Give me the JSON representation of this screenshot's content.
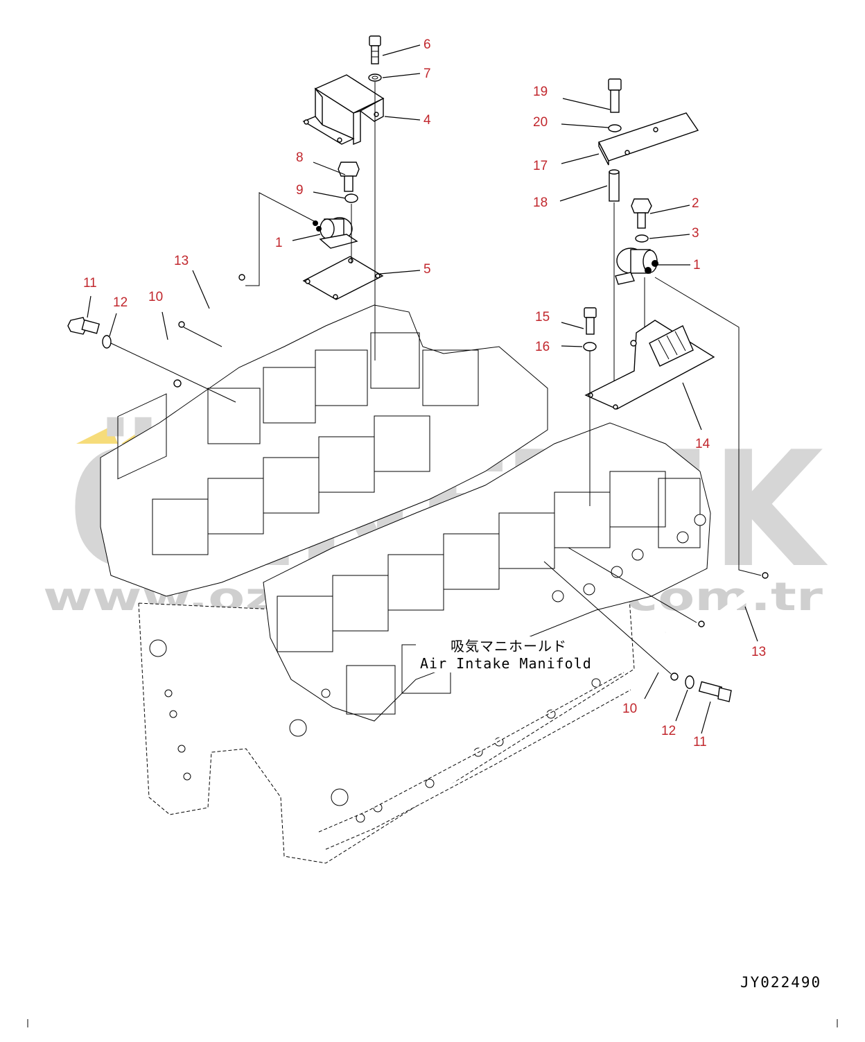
{
  "drawing": {
    "number": "JY022490",
    "annotation_jp": "吸気マニホールド",
    "annotation_en": "Air Intake Manifold"
  },
  "watermark": {
    "brand": "ÖZNETEK",
    "url": "www.oznekmakina.com.tr"
  },
  "callouts": [
    "6",
    "7",
    "4",
    "8",
    "9",
    "1",
    "5",
    "13",
    "11",
    "12",
    "10",
    "19",
    "20",
    "17",
    "18",
    "2",
    "3",
    "1",
    "15",
    "16",
    "14",
    "13",
    "10",
    "12",
    "11"
  ]
}
